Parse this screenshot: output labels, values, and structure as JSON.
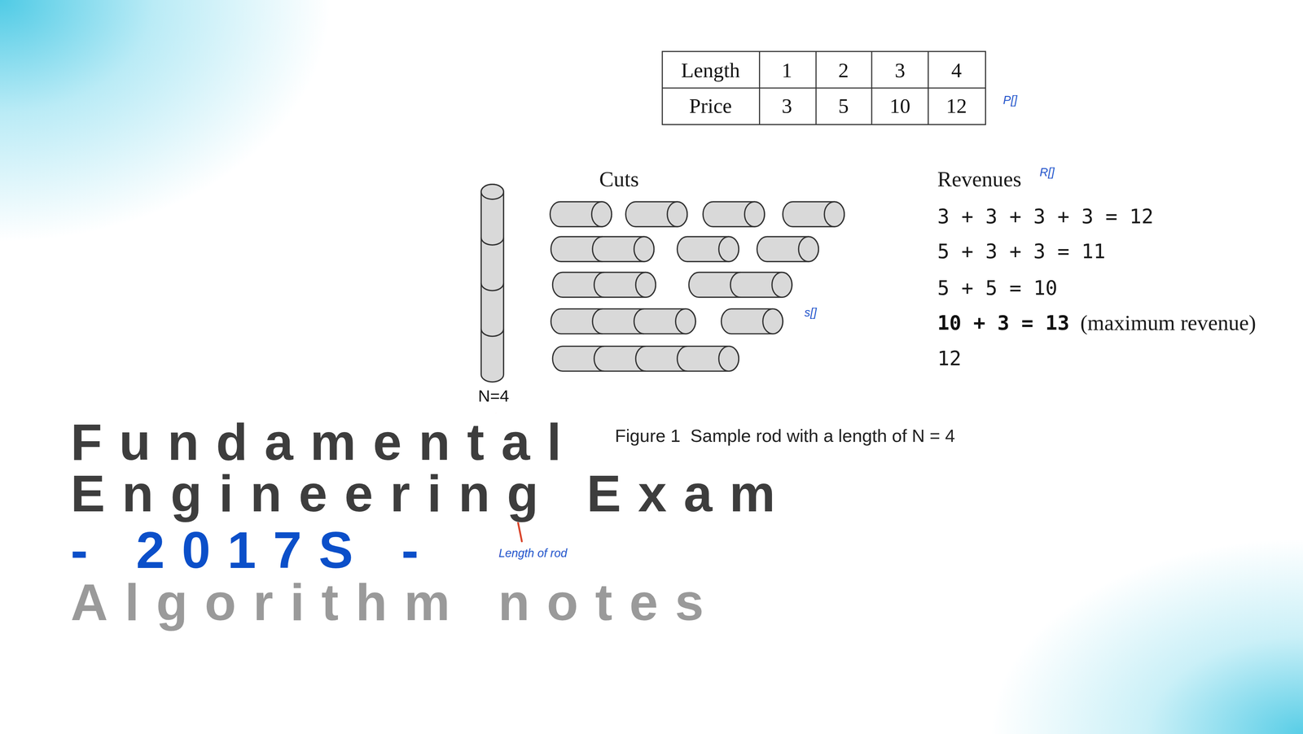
{
  "diagram": {
    "title": "Fundamental Engineering Exam",
    "caption": "Figure 1  Sample rod with a length of N = 4",
    "labels": [
      "Length",
      "1",
      "2",
      "3",
      "4",
      "Price",
      "3",
      "5",
      "10",
      "12",
      "P[]",
      "Cuts",
      "Revenues",
      "R[]",
      "3 + 3 + 3 + 3 = 12",
      "5 + 3 + 3 = 11",
      "5 + 5 = 10",
      "10 + 3 = 13",
      "(maximum revenue)",
      "12",
      "s[]",
      "N=4",
      "Length of rod",
      "- 2017S -",
      "Algorithm notes"
    ]
  }
}
